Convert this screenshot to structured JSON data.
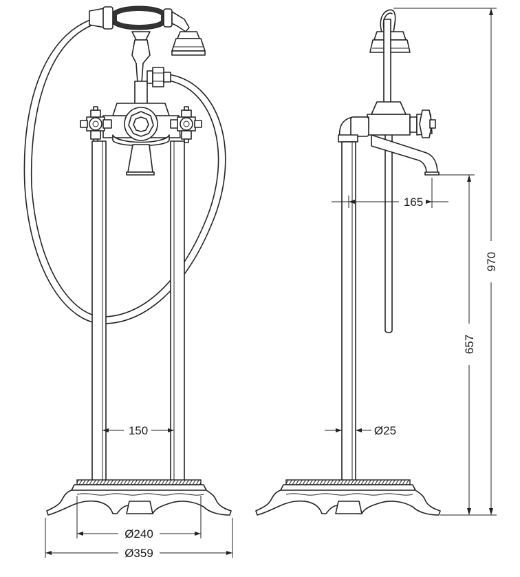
{
  "dimensions": {
    "pipe_spacing": "150",
    "pipe_diameter": "Ø25",
    "spout_reach": "165",
    "base_inner_diameter": "Ø240",
    "base_outer_diameter": "Ø359",
    "spout_height": "657",
    "total_height": "970"
  }
}
